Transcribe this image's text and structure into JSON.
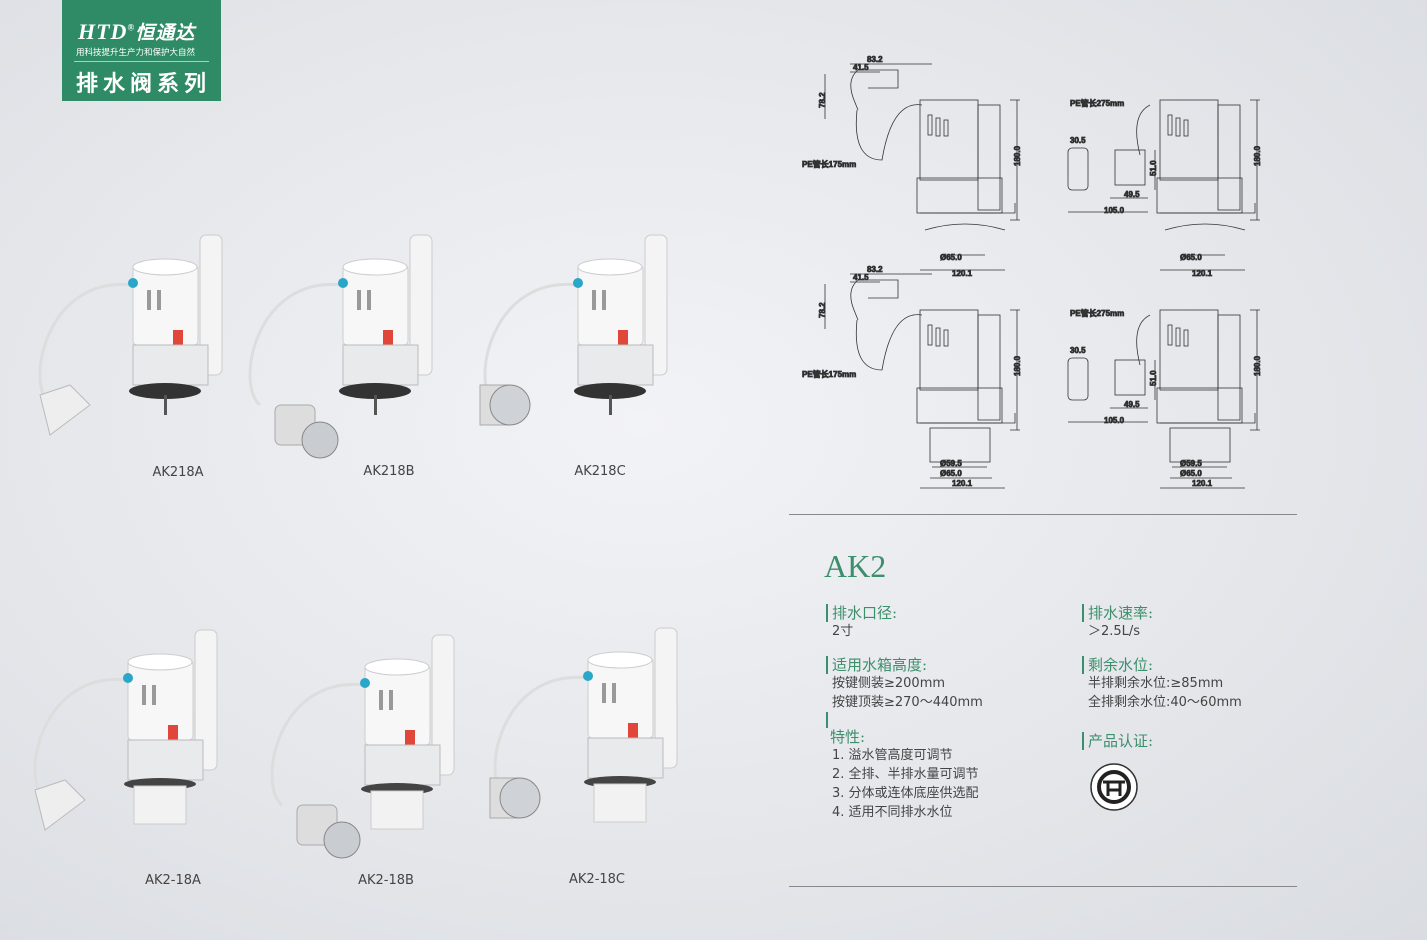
{
  "header": {
    "brand_en": "HTD",
    "brand_reg": "®",
    "brand_cn": "恒通达",
    "slogan": "用科技提升生产力和保护大自然",
    "series": "排水阀系列"
  },
  "products": [
    {
      "label": "AK218A",
      "actuator": "lever",
      "base": "flange"
    },
    {
      "label": "AK218B",
      "actuator": "button",
      "base": "flange"
    },
    {
      "label": "AK218C",
      "actuator": "topbutton",
      "base": "flange"
    },
    {
      "label": "AK2-18A",
      "actuator": "lever",
      "base": "thread"
    },
    {
      "label": "AK2-18B",
      "actuator": "button",
      "base": "thread"
    },
    {
      "label": "AK2-18C",
      "actuator": "topbutton",
      "base": "thread"
    }
  ],
  "drawings": [
    {
      "actuator": "lever",
      "base": "A",
      "labels": {
        "w1": "83.2",
        "w2": "41.5",
        "h1": "78.2",
        "pipe": "PE管长175mm",
        "h": "180.0",
        "d1": "Ø65.0",
        "w": "120.1"
      }
    },
    {
      "actuator": "button",
      "base": "A",
      "labels": {
        "pipe": "PE管长275mm",
        "b1": "30.5",
        "b2": "51.0",
        "b3": "49.5",
        "b4": "105.0",
        "h": "180.0",
        "d1": "Ø65.0",
        "w": "120.1"
      }
    },
    {
      "actuator": "lever",
      "base": "B",
      "labels": {
        "w1": "83.2",
        "w2": "41.5",
        "h1": "78.2",
        "pipe": "PE管长175mm",
        "h": "180.0",
        "d0": "Ø59.5",
        "d1": "Ø65.0",
        "w": "120.1"
      }
    },
    {
      "actuator": "button",
      "base": "B",
      "labels": {
        "pipe": "PE管长275mm",
        "b1": "30.5",
        "b2": "51.0",
        "b3": "49.5",
        "b4": "105.0",
        "h": "180.0",
        "d0": "Ø59.5",
        "d1": "Ø65.0",
        "w": "120.1"
      }
    }
  ],
  "model": "AK2",
  "specs": {
    "outlet": {
      "title": "排水口径:",
      "lines": [
        "2寸"
      ]
    },
    "tank": {
      "title": "适用水箱高度:",
      "lines": [
        "按键侧装≥200mm",
        "按键顶装≥270～440mm"
      ]
    },
    "features": {
      "title": "特性:",
      "lines": [
        "1. 溢水管高度可调节",
        "2. 全排、半排水量可调节",
        "3. 分体或连体底座供选配",
        "4. 适用不同排水水位"
      ]
    },
    "rate": {
      "title": "排水速率:",
      "lines": [
        "＞2.5L/s"
      ]
    },
    "residual": {
      "title": "剩余水位:",
      "lines": [
        "半排剩余水位:≥85mm",
        "全排剩余水位:40～60mm"
      ]
    },
    "cert": {
      "title": "产品认证:"
    }
  },
  "colors": {
    "green": "#2f8b66",
    "accent": "#3d8f6c",
    "tag": "#e0473a",
    "blue": "#2aa6c8"
  }
}
